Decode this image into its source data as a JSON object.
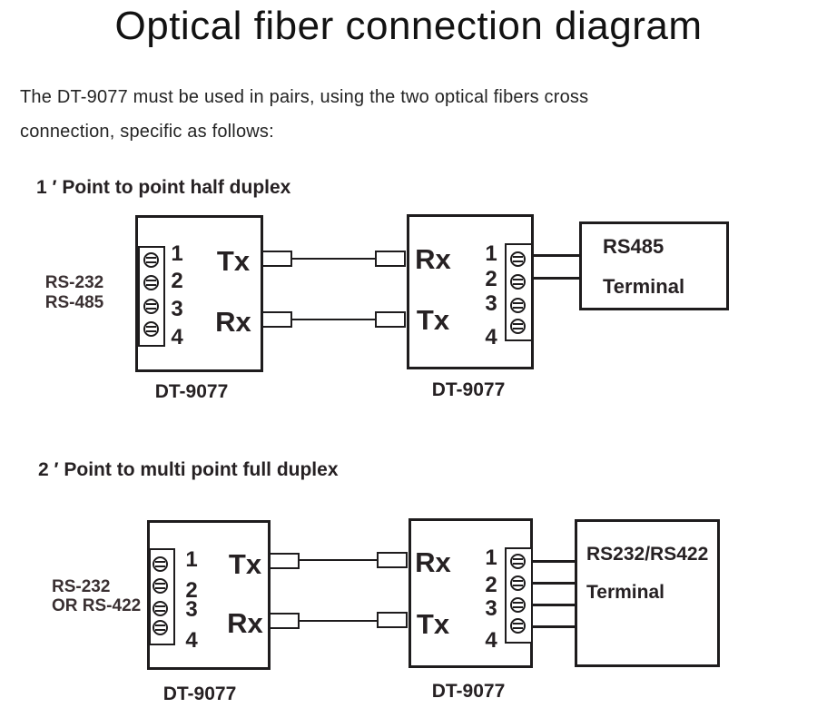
{
  "colors": {
    "ink": "#1e1c1d",
    "background": "#ffffff"
  },
  "title": "Optical fiber connection diagram",
  "intro": {
    "line1": "The DT-9077 must be used in pairs, using the two optical fibers cross",
    "line2": "connection, specific as follows:"
  },
  "section1": {
    "heading": "1 ′ Point to point half duplex",
    "interface_label": {
      "line1": "RS-232",
      "line2": "RS-485"
    },
    "device_left": {
      "name": "DT-9077",
      "top_port": "Tx",
      "bottom_port": "Rx",
      "pins": [
        "1",
        "2",
        "3",
        "4"
      ]
    },
    "device_right": {
      "name": "DT-9077",
      "top_port": "Rx",
      "bottom_port": "Tx",
      "pins": [
        "1",
        "2",
        "3",
        "4"
      ]
    },
    "terminal_box": {
      "line1": "RS485",
      "line2": "Terminal"
    }
  },
  "section2": {
    "heading": "2 ′ Point to multi point full duplex",
    "interface_label": {
      "line1": "RS-232",
      "line2": "OR RS-422"
    },
    "device_left": {
      "name": "DT-9077",
      "top_port": "Tx",
      "bottom_port": "Rx",
      "pins": [
        "1",
        "2",
        "3",
        "4"
      ]
    },
    "device_right": {
      "name": "DT-9077",
      "top_port": "Rx",
      "bottom_port": "Tx",
      "pins": [
        "1",
        "2",
        "3",
        "4"
      ]
    },
    "terminal_box": {
      "line1": "RS232/RS422",
      "line2": "Terminal"
    }
  }
}
